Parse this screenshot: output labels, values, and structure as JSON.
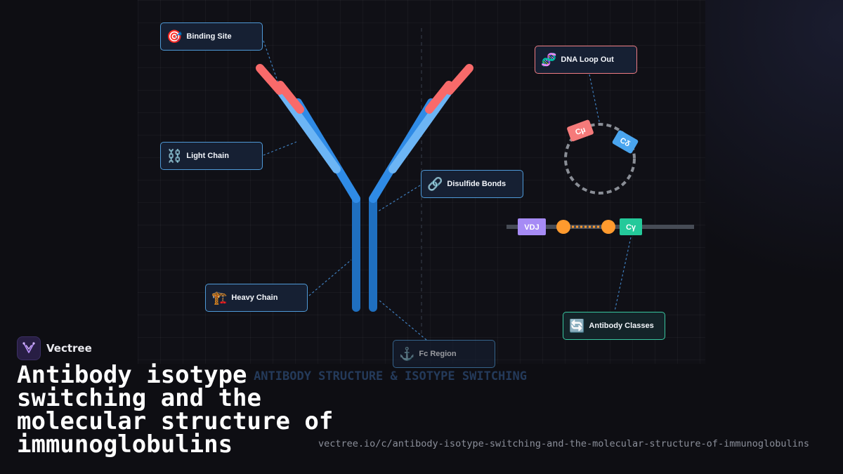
{
  "diagram": {
    "watermark": "ANTIBODY STRUCTURE & ISOTYPE SWITCHING",
    "labels": {
      "binding_site": "Binding Site",
      "light_chain": "Light Chain",
      "disulfide_bonds": "Disulfide Bonds",
      "heavy_chain": "Heavy Chain",
      "fc_region": "Fc Region",
      "dna_loop_out": "DNA Loop Out",
      "antibody_classes": "Antibody Classes"
    },
    "icons": {
      "binding_site": "🎯",
      "light_chain": "⛓️",
      "disulfide_bonds": "🔗",
      "heavy_chain": "🏗️",
      "fc_region": "⚓",
      "dna_loop_out": "🧬",
      "antibody_classes": "🔄"
    },
    "gene": {
      "vdj": "VDJ",
      "c_gamma": "Cγ",
      "c_mu": "Cμ",
      "c_delta": "Cδ"
    },
    "colors": {
      "heavy_chain": "#2f8be6",
      "light_chain": "#6cb5f5",
      "variable_region": "#f86a6a",
      "vdj": "#a68bf5",
      "c_gamma": "#24c99a",
      "c_mu": "#f57a7a",
      "c_delta": "#4aa5ef",
      "switch_site": "#ff9a2e"
    }
  },
  "brand": {
    "name": "Vectree",
    "icon": "vectree-logo-icon"
  },
  "title": "Antibody isotype switching and the molecular structure of immunoglobulins",
  "url": "vectree.io/c/antibody-isotype-switching-and-the-molecular-structure-of-immunoglobulins"
}
